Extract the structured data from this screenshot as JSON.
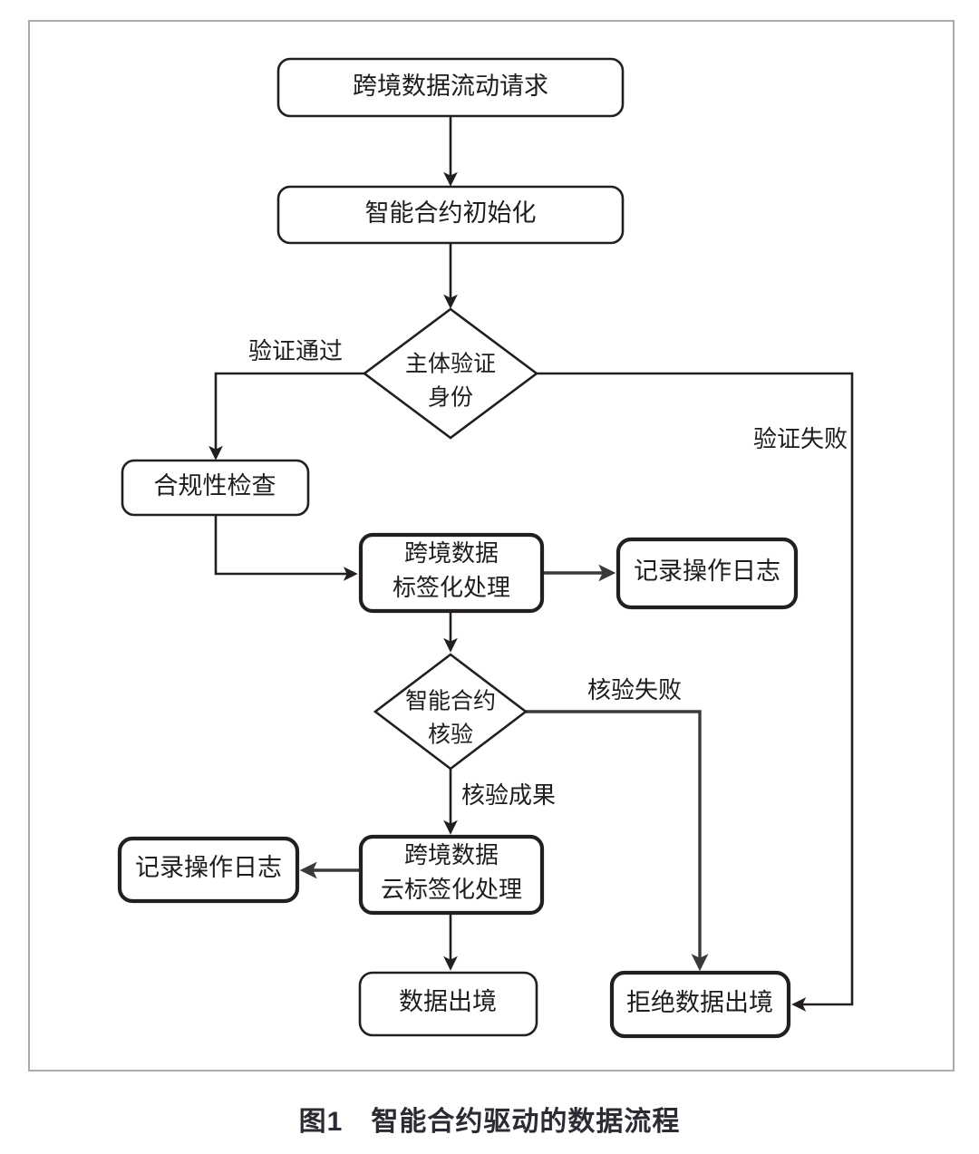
{
  "figure": {
    "caption": "图1　智能合约驱动的数据流程",
    "frame_color": "#a9abae",
    "line_color": "#231f20",
    "background": "#ffffff"
  },
  "chart_data": {
    "type": "diagram",
    "title": "图1　智能合约驱动的数据流程",
    "nodes": [
      {
        "id": "request",
        "shape": "rounded-rect",
        "lines": [
          "跨境数据流动请求"
        ]
      },
      {
        "id": "init",
        "shape": "rounded-rect",
        "lines": [
          "智能合约初始化"
        ]
      },
      {
        "id": "identity",
        "shape": "diamond",
        "lines": [
          "主体验证",
          "身份"
        ]
      },
      {
        "id": "compliance",
        "shape": "rounded-rect",
        "lines": [
          "合规性检查"
        ]
      },
      {
        "id": "tagging",
        "shape": "rounded-rect",
        "lines": [
          "跨境数据",
          "标签化处理"
        ]
      },
      {
        "id": "log-upper",
        "shape": "rounded-rect",
        "lines": [
          "记录操作日志"
        ]
      },
      {
        "id": "verify",
        "shape": "diamond",
        "lines": [
          "智能合约",
          "核验"
        ]
      },
      {
        "id": "log-lower",
        "shape": "rounded-rect",
        "lines": [
          "记录操作日志"
        ]
      },
      {
        "id": "cloud-tagging",
        "shape": "rounded-rect",
        "lines": [
          "跨境数据",
          "云标签化处理"
        ]
      },
      {
        "id": "export",
        "shape": "rounded-rect",
        "lines": [
          "数据出境"
        ]
      },
      {
        "id": "reject",
        "shape": "rounded-rect",
        "lines": [
          "拒绝数据出境"
        ]
      }
    ],
    "edges": [
      {
        "from": "request",
        "to": "init",
        "label": ""
      },
      {
        "from": "init",
        "to": "identity",
        "label": ""
      },
      {
        "from": "identity",
        "to": "compliance",
        "label": "验证通过"
      },
      {
        "from": "identity",
        "to": "reject",
        "label": "验证失败"
      },
      {
        "from": "compliance",
        "to": "tagging",
        "label": ""
      },
      {
        "from": "tagging",
        "to": "log-upper",
        "label": ""
      },
      {
        "from": "tagging",
        "to": "verify",
        "label": ""
      },
      {
        "from": "verify",
        "to": "reject",
        "label": "核验失败"
      },
      {
        "from": "verify",
        "to": "cloud-tagging",
        "label": "核验成果"
      },
      {
        "from": "cloud-tagging",
        "to": "log-lower",
        "label": ""
      },
      {
        "from": "cloud-tagging",
        "to": "export",
        "label": ""
      }
    ]
  },
  "nodes": {
    "request": {
      "line1": "跨境数据流动请求"
    },
    "init": {
      "line1": "智能合约初始化"
    },
    "identity": {
      "line1": "主体验证",
      "line2": "身份"
    },
    "compliance": {
      "line1": "合规性检查"
    },
    "tagging": {
      "line1": "跨境数据",
      "line2": "标签化处理"
    },
    "log_upper": {
      "line1": "记录操作日志"
    },
    "verify": {
      "line1": "智能合约",
      "line2": "核验"
    },
    "log_lower": {
      "line1": "记录操作日志"
    },
    "cloud_tagging": {
      "line1": "跨境数据",
      "line2": "云标签化处理"
    },
    "export": {
      "line1": "数据出境"
    },
    "reject": {
      "line1": "拒绝数据出境"
    }
  },
  "labels": {
    "identity_pass": "验证通过",
    "identity_fail": "验证失败",
    "verify_fail": "核验失败",
    "verify_pass": "核验成果"
  }
}
